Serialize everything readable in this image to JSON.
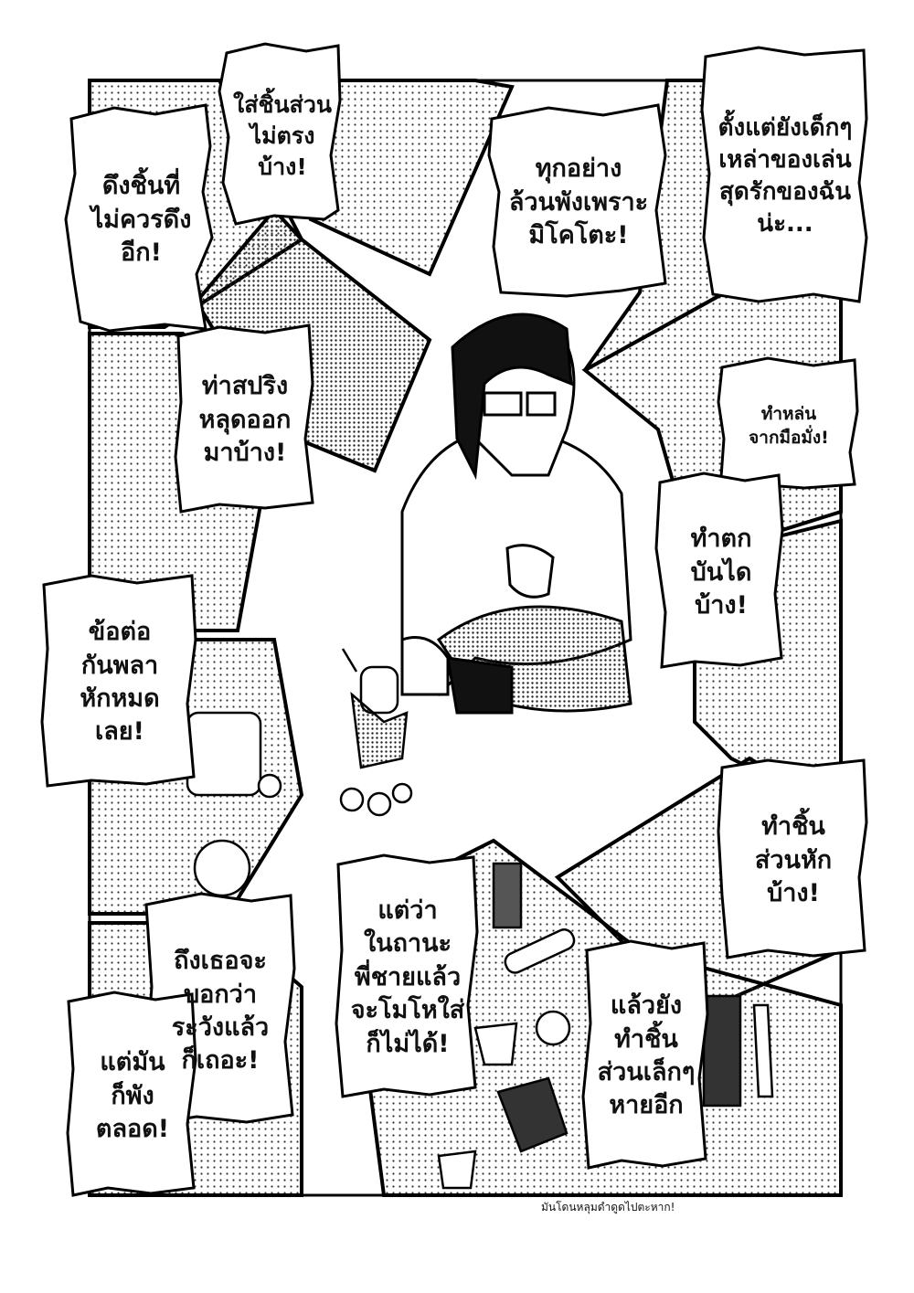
{
  "bubbles": {
    "pull_parts": "ดึงชิ้นที่\nไม่ควรดึง\nอีก!",
    "wrong_parts": "ใส่ชิ้นส่วน\nไม่ตรงบ้าง!",
    "all_broken": "ทุกอย่าง\nล้วนพังเพราะ\nมิโคโตะ!",
    "since_young": "ตั้งแต่ยังเด็กๆ\nเหล่าของเล่น\nสุดรักของฉัน\nน่ะ...",
    "spring_out": "ท่าสปริง\nหลุดออก\nมาบ้าง!",
    "dropped_hand": "ทำหล่น\nจากมือมั่ง!",
    "fell_stairs": "ทำตก\nบันได\nบ้าง!",
    "joints_broken": "ข้อต่อ\nกันพลา\nหักหมด\nเลย!",
    "parts_broken": "ทำชิ้น\nส่วนหัก\nบ้าง!",
    "but_as_brother": "แต่ว่า\nในถานะ\nพี่ชายแล้ว\nจะโมโหใส่\nก็ไม่ได้!",
    "even_if_careful": "ถึงเธอจะ\nบอกว่า\nระวังแล้ว\nก็เถอะ!",
    "always_broken": "แต่มัน\nก็พัง\nตลอด!",
    "small_parts_lost": "แล้วยัง\nทำชิ้น\nส่วนเล็กๆ\nหายอีก"
  },
  "footnote": "มันโดนหลุมดำดูดไปตะหาก!"
}
